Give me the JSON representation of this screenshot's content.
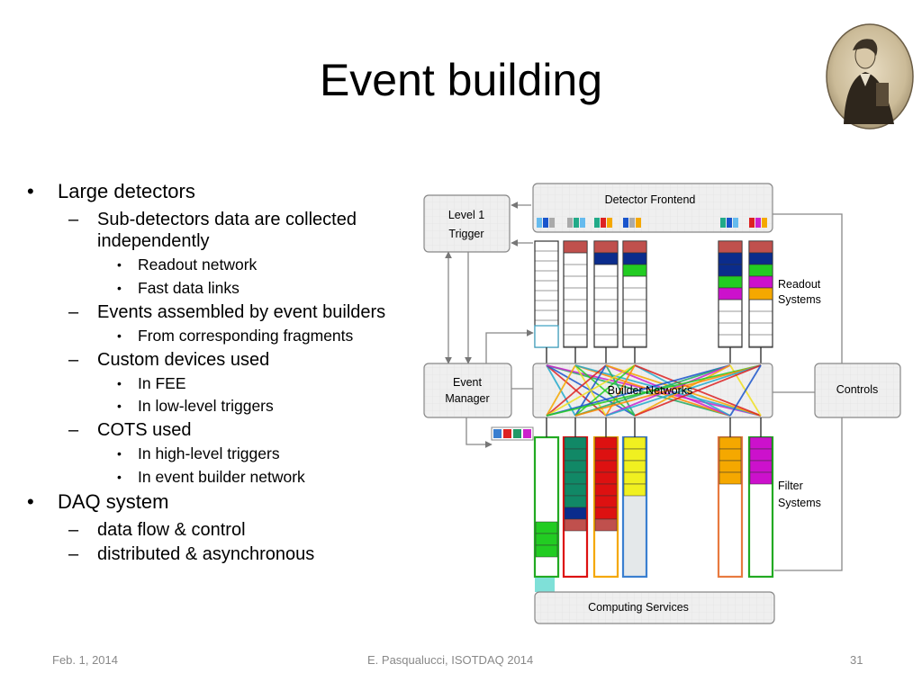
{
  "slide": {
    "title": "Event building",
    "footer": {
      "date": "Feb. 1, 2014",
      "author": "E. Pasqualucci, ISOTDAQ 2014",
      "page": "31"
    }
  },
  "bullets": [
    {
      "level": 1,
      "text": "Large detectors"
    },
    {
      "level": 2,
      "text": "Sub-detectors data are collected"
    },
    {
      "level": 2,
      "cont": true,
      "text": "independently"
    },
    {
      "level": 3,
      "text": "Readout network"
    },
    {
      "level": 3,
      "text": "Fast data links"
    },
    {
      "level": 2,
      "text": "Events assembled by event builders"
    },
    {
      "level": 3,
      "text": " From corresponding fragments"
    },
    {
      "level": 2,
      "text": "Custom devices used"
    },
    {
      "level": 3,
      "text": "In FEE"
    },
    {
      "level": 3,
      "text": "In low-level triggers"
    },
    {
      "level": 2,
      "text": "COTS used"
    },
    {
      "level": 3,
      "text": "In high-level triggers"
    },
    {
      "level": 3,
      "text": "In event builder network"
    },
    {
      "level": 1,
      "text": "DAQ system"
    },
    {
      "level": 2,
      "text": "data flow & control"
    },
    {
      "level": 2,
      "text": "distributed & asynchronous"
    }
  ],
  "diagram": {
    "detector_frontend": "Detector Frontend",
    "level1_trigger": [
      "Level 1",
      "Trigger"
    ],
    "readout_systems": [
      "Readout",
      "Systems"
    ],
    "event_manager": [
      "Event",
      "Manager"
    ],
    "builder_networks": "Builder Networks",
    "controls": "Controls",
    "filter_systems": [
      "Filter",
      "Systems"
    ],
    "computing_services": "Computing Services",
    "colors": {
      "red": "#c0504d",
      "navy": "#0b2c8c",
      "green": "#22cc22",
      "magenta": "#cc11cc",
      "orange": "#f5a800",
      "teal": "#118866",
      "brightred": "#dd1111",
      "yellow": "#f0f020",
      "box": "#efefef",
      "border": "#888888"
    }
  }
}
